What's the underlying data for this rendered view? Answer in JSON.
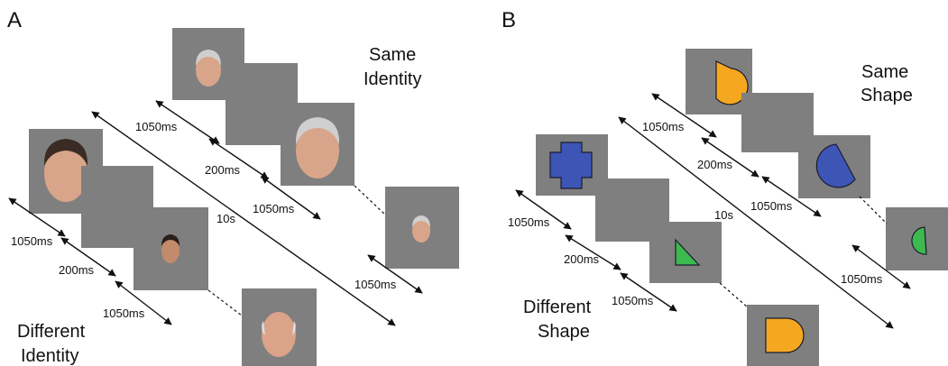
{
  "colors": {
    "screen_gray": "#7f7f7f",
    "face_skin": "#d9a58a",
    "face_hair_light": "#cfcfcf",
    "face_hair_dark": "#3a2c24",
    "shape_orange": "#f5a81f",
    "shape_blue": "#3d55b5",
    "shape_green": "#3dba4e",
    "shape_outline": "#1a1a2e",
    "arrow": "#111111"
  },
  "panels": [
    {
      "letter": "A",
      "condition_same": {
        "line1": "Same",
        "line2": "Identity"
      },
      "condition_different": {
        "line1": "Different",
        "line2": "Identity"
      },
      "timing": {
        "same_first": "1050ms",
        "same_isi": "200ms",
        "same_second": "1050ms",
        "same_probe": "1050ms",
        "total": "10s",
        "diff_first": "1050ms",
        "diff_isi": "200ms",
        "diff_second": "1050ms"
      },
      "stimuli": {
        "same": [
          "older-man-face-icon",
          "blank-screen",
          "older-man-face-large-icon",
          "older-man-face-small-icon"
        ],
        "different": [
          "young-man-face-icon",
          "blank-screen",
          "dark-haired-man-face-icon",
          "bald-man-face-icon"
        ]
      }
    },
    {
      "letter": "B",
      "condition_same": {
        "line1": "Same",
        "line2": "Shape"
      },
      "condition_different": {
        "line1": "Different",
        "line2": "Shape"
      },
      "timing": {
        "same_first": "1050ms",
        "same_isi": "200ms",
        "same_second": "1050ms",
        "same_probe": "1050ms",
        "total": "10s",
        "diff_first": "1050ms",
        "diff_isi": "200ms",
        "diff_second": "1050ms"
      },
      "stimuli": {
        "same": [
          "orange-sector-icon",
          "blank-screen",
          "blue-sector-icon",
          "green-sector-icon"
        ],
        "different": [
          "blue-cross-icon",
          "blank-screen",
          "green-triangle-icon",
          "orange-teardrop-icon"
        ]
      }
    }
  ]
}
